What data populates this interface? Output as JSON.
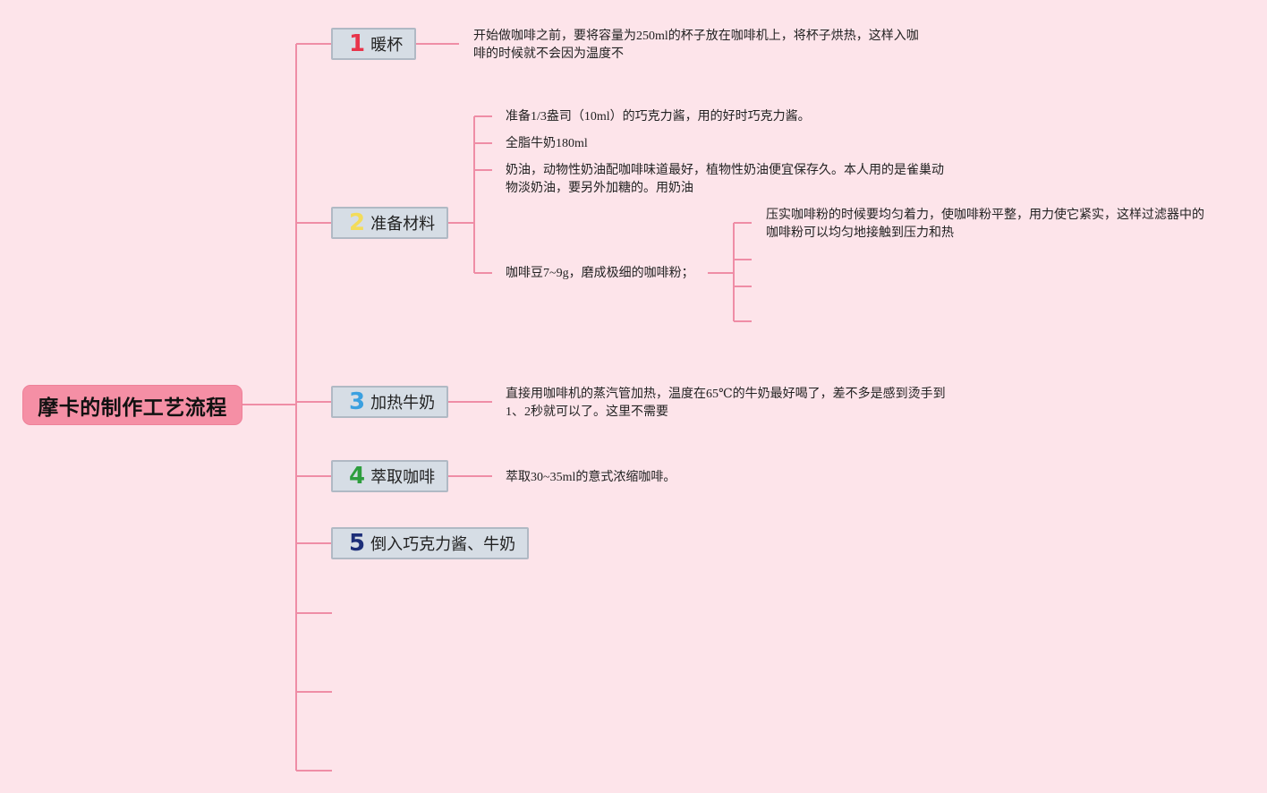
{
  "root": {
    "title": "摩卡的制作工艺流程"
  },
  "topics": [
    {
      "num": "1",
      "label": "暖杯",
      "num_color": "#e8344a"
    },
    {
      "num": "2",
      "label": "准备材料",
      "num_color": "#f3dc5a"
    },
    {
      "num": "3",
      "label": "加热牛奶",
      "num_color": "#3aa0e0"
    },
    {
      "num": "4",
      "label": "萃取咖啡",
      "num_color": "#2e9e3e"
    },
    {
      "num": "5",
      "label": "倒入巧克力酱、牛奶",
      "num_color": "#1c2e78"
    }
  ],
  "leaves": {
    "t1": "开始做咖啡之前，要将容量为250ml的杯子放在咖啡机上，将杯子烘热，这样入咖啡的时候就不会因为温度不",
    "t2_a": "准备1/3盎司（10ml）的巧克力酱，用的好时巧克力酱。",
    "t2_b": "全脂牛奶180ml",
    "t2_c": "奶油，动物性奶油配咖啡味道最好，植物性奶油便宜保存久。本人用的是雀巢动物淡奶油，要另外加糖的。用奶油",
    "t2_d": "咖啡豆7~9g，磨成极细的咖啡粉；",
    "t2_d1": "压实咖啡粉的时候要均匀着力，使咖啡粉平整，用力使它紧实，这样过滤器中的咖啡粉可以均匀地接触到压力和热",
    "t3": "直接用咖啡机的蒸汽管加热，温度在65℃的牛奶最好喝了，差不多是感到烫手到1、2秒就可以了。这里不需要",
    "t4": "萃取30~35ml的意式浓缩咖啡。"
  },
  "colors": {
    "line": "#ef8da6",
    "background": "#fde4ea",
    "root_fill": "#f58fa5",
    "topic_fill": "#d6dde5"
  }
}
